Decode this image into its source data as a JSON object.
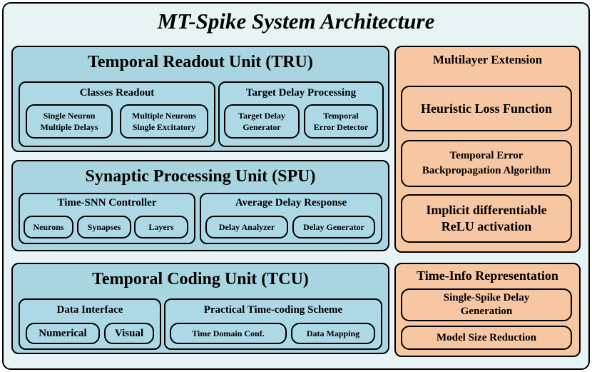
{
  "title": "MT-Spike System Architecture",
  "tru": {
    "title": "Temporal Readout Unit (TRU)",
    "classes": {
      "title": "Classes Readout",
      "a": "Single Neuron\nMultiple Delays",
      "b": "Multiple Neurons\nSingle Excitatory"
    },
    "target": {
      "title": "Target Delay Processing",
      "a": "Target Delay\nGenerator",
      "b": "Temporal\nError Detector"
    }
  },
  "spu": {
    "title": "Synaptic Processing Unit (SPU)",
    "ctrl": {
      "title": "Time-SNN Controller",
      "a": "Neurons",
      "b": "Synapses",
      "c": "Layers"
    },
    "avg": {
      "title": "Average Delay Response",
      "a": "Delay Analyzer",
      "b": "Delay Generator"
    }
  },
  "tcu": {
    "title": "Temporal Coding Unit (TCU)",
    "data": {
      "title": "Data Interface",
      "a": "Numerical",
      "b": "Visual"
    },
    "scheme": {
      "title": "Practical Time-coding Scheme",
      "a": "Time Domain Conf.",
      "b": "Data Mapping"
    }
  },
  "multilayer": {
    "title": "Multilayer Extension",
    "a": "Heuristic Loss Function",
    "b": "Temporal Error\nBackpropagation Algorithm",
    "c": "Implicit differentiable\nReLU activation"
  },
  "timeinfo": {
    "title": "Time-Info Representation",
    "a": "Single-Spike Delay\nGeneration",
    "b": "Model Size Reduction"
  }
}
